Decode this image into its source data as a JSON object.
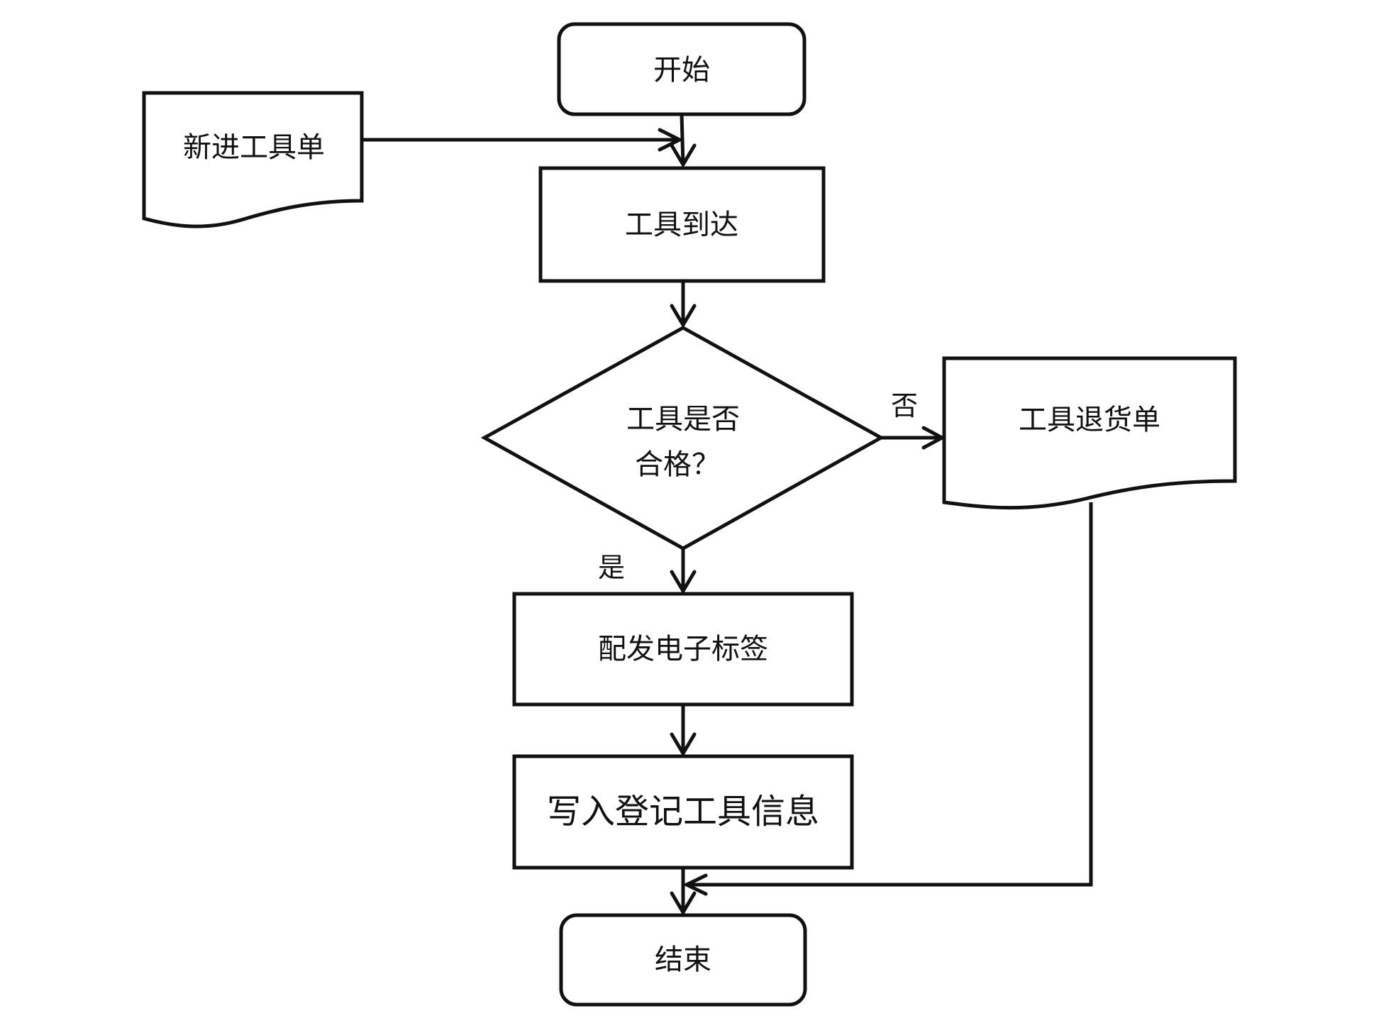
{
  "nodes": {
    "start": "开始",
    "new_tool_form": "新进工具单",
    "tool_arrival": "工具到达",
    "decision_line1": "工具是否",
    "decision_line2": "合格？",
    "tool_return_form": "工具退货单",
    "issue_tag": "配发电子标签",
    "write_info": "写入登记工具信息",
    "end": "结束"
  },
  "edges": {
    "no_label": "否",
    "yes_label": "是"
  },
  "colors": {
    "stroke": "#111111",
    "background": "#ffffff"
  }
}
